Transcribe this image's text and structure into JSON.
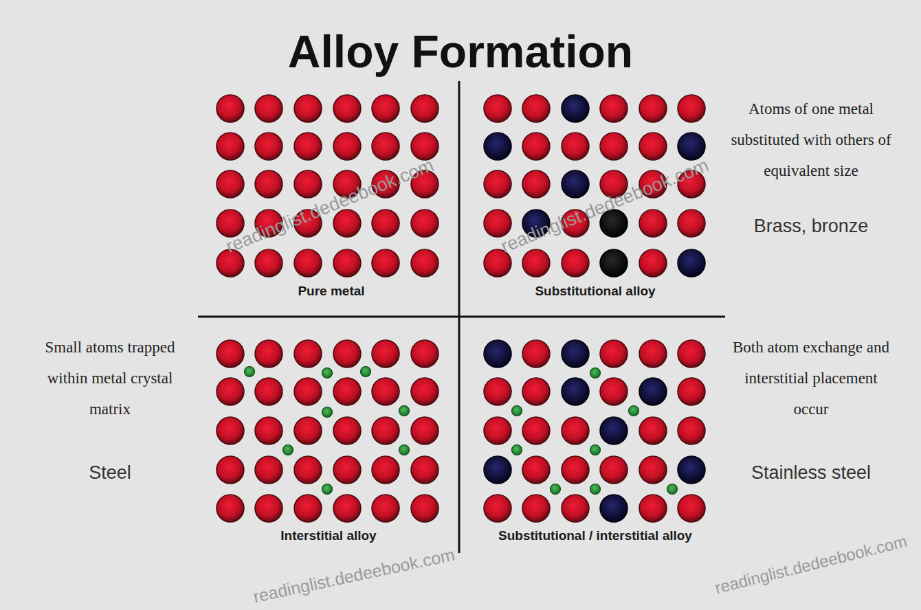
{
  "diagram": {
    "title": "Alloy Formation",
    "labels": [
      "Atoms of one metal substituted with others of equivalent size",
      "Brass, bronze",
      "Pure metal",
      "Substitutional alloy",
      "Small atoms trapped within metal crystal matrix",
      "Both atom exchange and interstitial placement occur",
      "Steel",
      "Stainless steel",
      "Interstitial alloy",
      "Substitutional / interstitial alloy",
      "readinglist.dedeebook.com",
      "readinglist.dedeebook.com",
      "readinglist.dedeebook.com",
      "readinglist.dedeebook.com"
    ]
  }
}
